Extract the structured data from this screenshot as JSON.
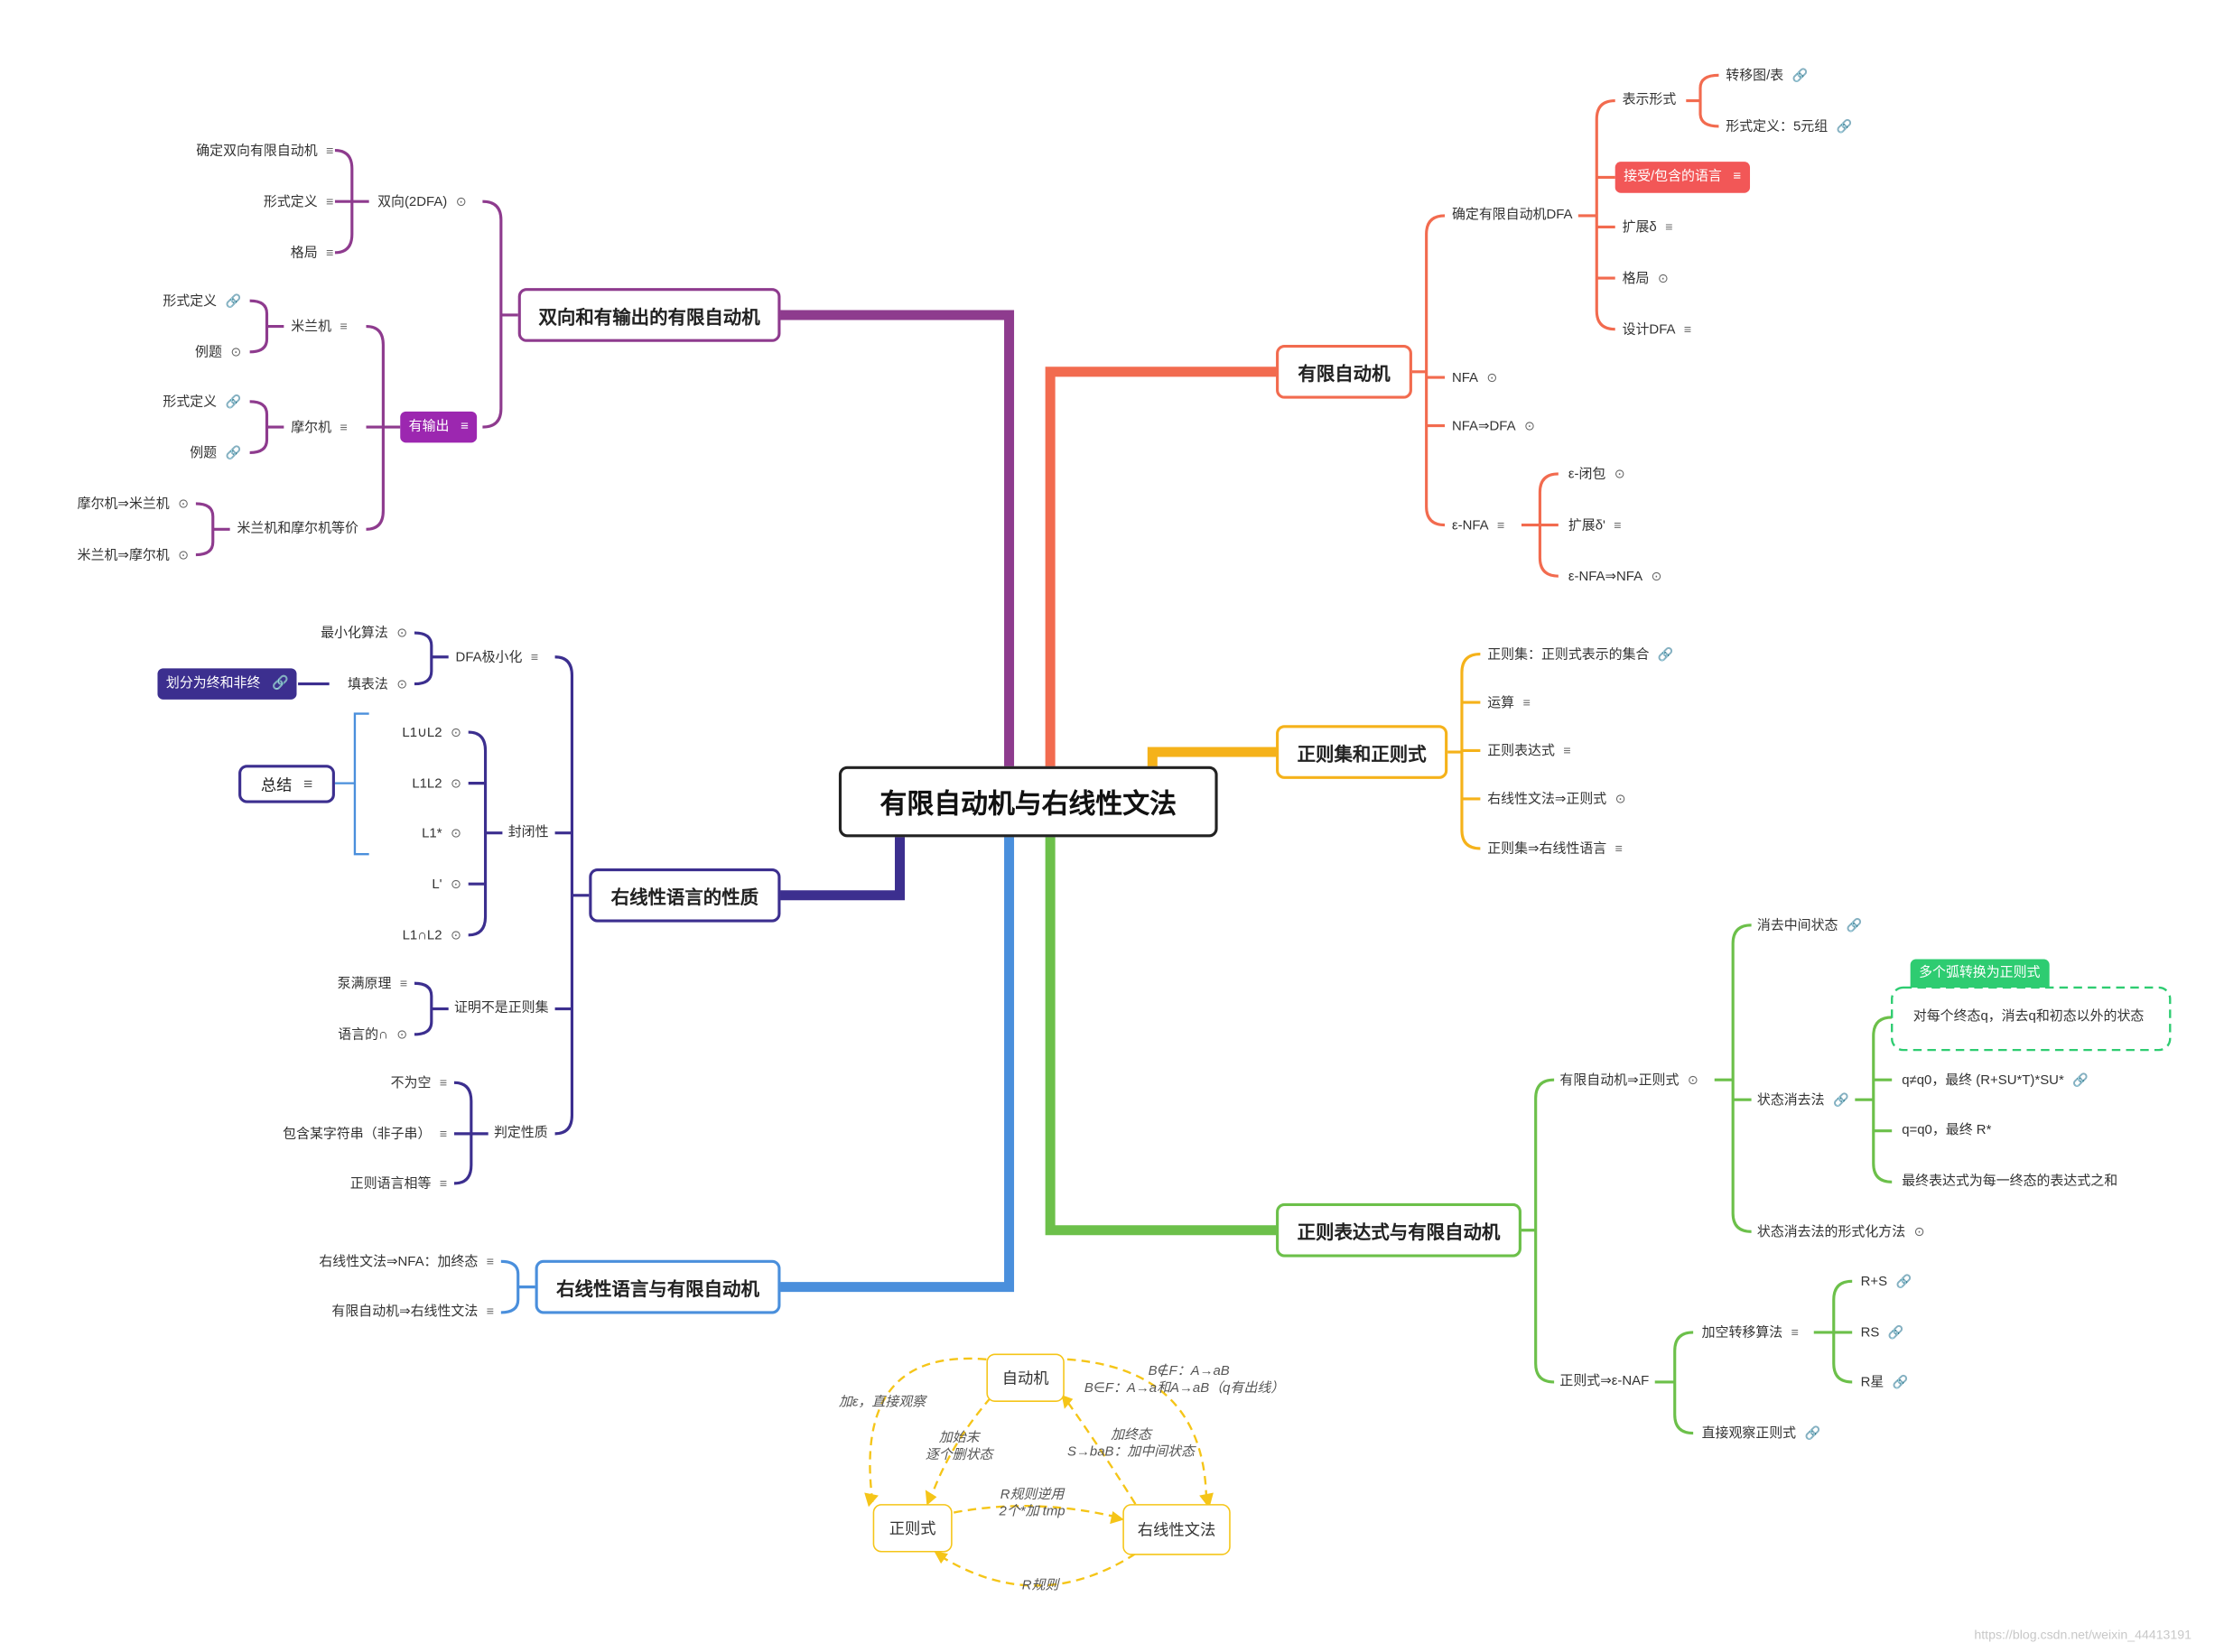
{
  "central": "有限自动机与右线性文法",
  "colors": {
    "red": "#f26b4f",
    "yellow": "#f5b21a",
    "green": "#6cc04a",
    "purple": "#8e3b8e",
    "indigo": "#3c2f8f",
    "blue": "#4a8fdc",
    "dashed_green": "#2ecc71"
  },
  "fa": {
    "title": "有限自动机",
    "dfa": "确定有限自动机DFA",
    "repr": "表示形式",
    "trans": "转移图/表",
    "formal5": "形式定义：5元组",
    "accept": "接受/包含的语言",
    "ext": "扩展δ",
    "pattern": "格局",
    "design": "设计DFA",
    "nfa": "NFA",
    "nfa2dfa": "NFA⇒DFA",
    "enfa": "ε-NFA",
    "eclose": "ε-闭包",
    "ext2": "扩展δ'",
    "enfa2nfa": "ε-NFA⇒NFA"
  },
  "reg": {
    "title": "正则集和正则式",
    "i1": "正则集：正则式表示的集合",
    "i2": "运算",
    "i3": "正则表达式",
    "i4": "右线性文法⇒正则式",
    "i5": "正则集⇒右线性语言"
  },
  "refa": {
    "title": "正则表达式与有限自动机",
    "fa2re": "有限自动机⇒正则式",
    "elim_mid": "消去中间状态",
    "state_elim": "状态消去法",
    "multi": "多个弧转换为正则式",
    "each_final": "对每个终态q，消去q和初态以外的状态",
    "case1": "q≠q0，最终 (R+SU*T)*SU*",
    "case2": "q=q0，最终 R*",
    "case3": "最终表达式为每一终态的表达式之和",
    "formal": "状态消去法的形式化方法",
    "re2enfa": "正则式⇒ε-NAF",
    "addtrans": "加空转移算法",
    "rs_plus": "R+S",
    "rs": "RS",
    "rstar": "R星",
    "direct": "直接观察正则式"
  },
  "twoway": {
    "title": "双向和有输出的有限自动机",
    "twodfa": "双向(2DFA)",
    "det": "确定双向有限自动机",
    "formal": "形式定义",
    "pattern": "格局",
    "output": "有输出",
    "mealy": "米兰机",
    "mealy_formal": "形式定义",
    "mealy_ex": "例题",
    "moore": "摩尔机",
    "moore_formal": "形式定义",
    "moore_ex": "例题",
    "equiv": "米兰机和摩尔机等价",
    "m2l": "摩尔机⇒米兰机",
    "l2m": "米兰机⇒摩尔机"
  },
  "props": {
    "title": "右线性语言的性质",
    "min": "DFA极小化",
    "minalg": "最小化算法",
    "fill": "填表法",
    "split": "划分为终和非终",
    "closure": "封闭性",
    "union": "L1∪L2",
    "concat": "L1L2",
    "star": "L1*",
    "comp": "L'",
    "inter": "L1∩L2",
    "summary": "总结",
    "notreg": "证明不是正则集",
    "pump": "泵满原理",
    "lang_inter": "语言的∩",
    "decide": "判定性质",
    "nonempty": "不为空",
    "substr": "包含某字符串（非子串）",
    "equal": "正则语言相等"
  },
  "rlfa": {
    "title": "右线性语言与有限自动机",
    "g2nfa": "右线性文法⇒NFA：加终态",
    "fa2g": "有限自动机⇒右线性文法"
  },
  "flow": {
    "automaton": "自动机",
    "regex": "正则式",
    "grammar": "右线性文法",
    "l_add_eps": "加ε，直接观察",
    "l_bf1": "B∉F：A→aB",
    "l_bf2": "B∈F：A→a和A→aB（q有出线）",
    "l_start1": "加始末",
    "l_start2": "逐个删状态",
    "l_final1": "加终态",
    "l_final2": "S→baB：加中间状态",
    "l_rules1": "R规则逆用",
    "l_rules2": "2个*加 tmp",
    "l_rule": "R规则"
  },
  "watermark": "https://blog.csdn.net/weixin_44413191"
}
